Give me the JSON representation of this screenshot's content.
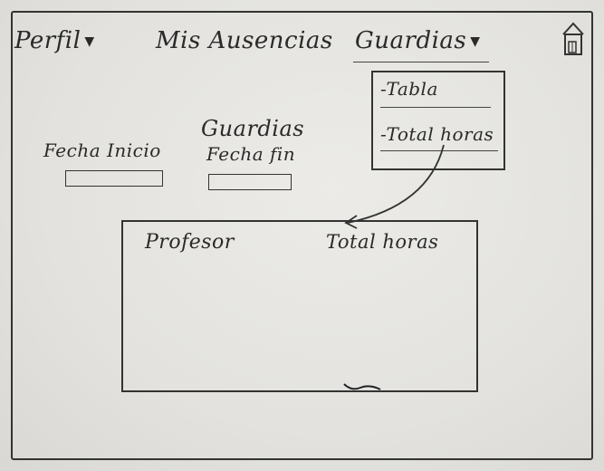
{
  "nav": {
    "perfil": "Perfil",
    "ausencias": "Mis Ausencias",
    "guardias": "Guardias"
  },
  "dropdown": {
    "items": [
      "-Tabla",
      "-Total horas"
    ]
  },
  "filters": {
    "section_title": "Guardias",
    "fecha_inicio_label": "Fecha Inicio",
    "fecha_fin_label": "Fecha fin"
  },
  "table": {
    "headers": [
      "Profesor",
      "Total horas"
    ]
  },
  "icons": {
    "caret": "triangle-down",
    "home": "house"
  }
}
